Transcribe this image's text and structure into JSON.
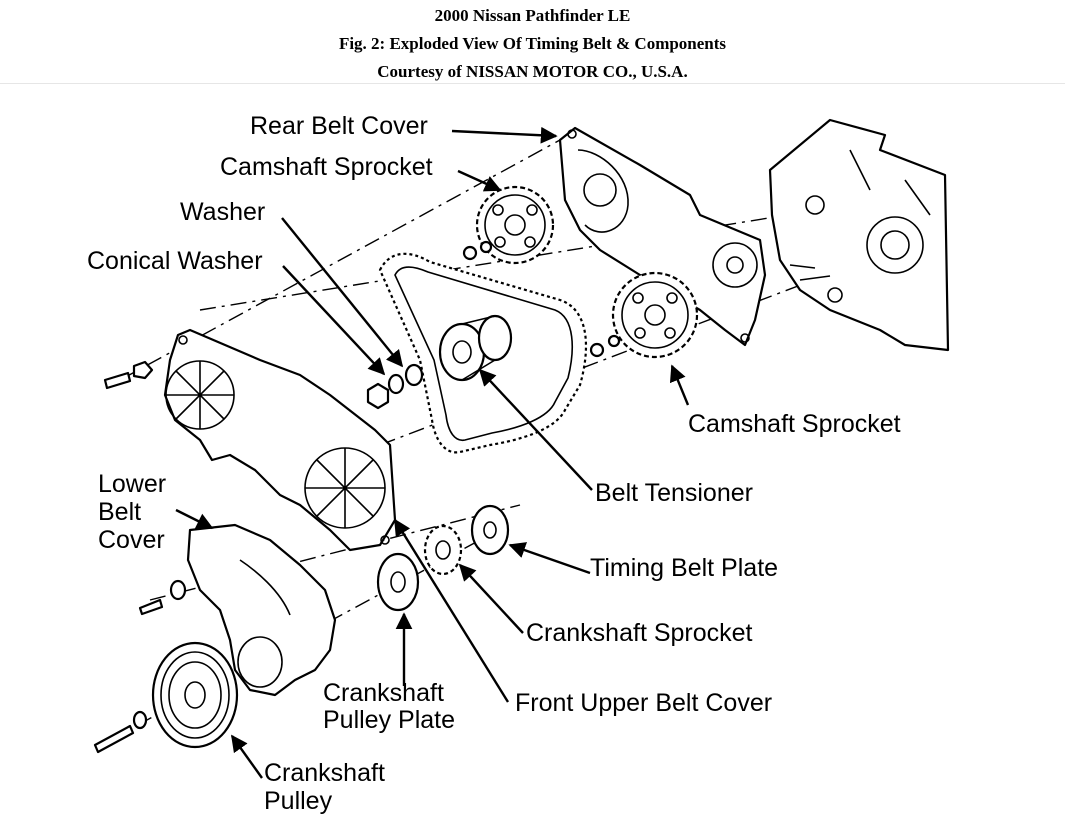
{
  "header": {
    "line1": "2000 Nissan Pathfinder LE",
    "line2": "Fig. 2: Exploded View Of Timing Belt & Components",
    "line3": "Courtesy of NISSAN MOTOR CO., U.S.A."
  },
  "labels": {
    "rear_belt_cover": "Rear Belt Cover",
    "camshaft_sprocket_top": "Camshaft Sprocket",
    "washer": "Washer",
    "conical_washer": "Conical Washer",
    "camshaft_sprocket_right": "Camshaft Sprocket",
    "belt_tensioner": "Belt Tensioner",
    "lower_belt_cover_1": "Lower",
    "lower_belt_cover_2": "Belt",
    "lower_belt_cover_3": "Cover",
    "timing_belt_plate": "Timing Belt Plate",
    "crankshaft_sprocket": "Crankshaft Sprocket",
    "crankshaft_pulley_plate_1": "Crankshaft",
    "crankshaft_pulley_plate_2": "Pulley Plate",
    "front_upper_belt_cover": "Front Upper Belt Cover",
    "crankshaft_pulley_1": "Crankshaft",
    "crankshaft_pulley_2": "Pulley"
  }
}
